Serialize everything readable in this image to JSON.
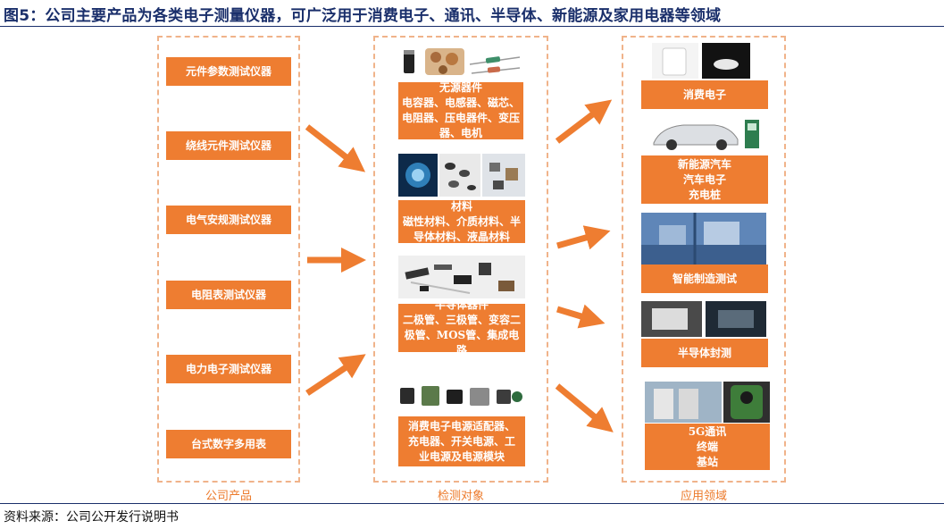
{
  "title": "图5：公司主要产品为各类电子测量仪器，可广泛用于消费电子、通讯、半导体、新能源及家用电器等领域",
  "columns": {
    "products_label": "公司产品",
    "targets_label": "检测对象",
    "applications_label": "应用领域"
  },
  "products": [
    "元件参数测试仪器",
    "绕线元件测试仪器",
    "电气安规测试仪器",
    "电阻表测试仪器",
    "电力电子测试仪器",
    "台式数字多用表"
  ],
  "targets": [
    {
      "lines": [
        "无源器件",
        "电容器、电感器、磁芯、",
        "电阻器、压电器件、变压",
        "器、电机"
      ]
    },
    {
      "lines": [
        "材料",
        "磁性材料、介质材料、半",
        "导体材料、液晶材料"
      ]
    },
    {
      "lines": [
        "半导体器件",
        "二极管、三极管、变容二",
        "极管、MOS管、集成电路"
      ]
    },
    {
      "lines": [
        "消费电子电源适配器、",
        "充电器、开关电源、工",
        "业电源及电源模块"
      ]
    }
  ],
  "applications": [
    {
      "lines": [
        "消费电子"
      ]
    },
    {
      "lines": [
        "新能源汽车",
        "汽车电子",
        "充电桩"
      ]
    },
    {
      "lines": [
        "智能制造测试"
      ]
    },
    {
      "lines": [
        "半导体封测"
      ]
    },
    {
      "lines": [
        "5G通讯",
        "终端",
        "基站"
      ]
    }
  ],
  "source": "资料来源：公司公开发行说明书",
  "colors": {
    "accent": "#ee7d31",
    "dashed_border": "#f0b38a",
    "title": "#1a2f6b"
  }
}
